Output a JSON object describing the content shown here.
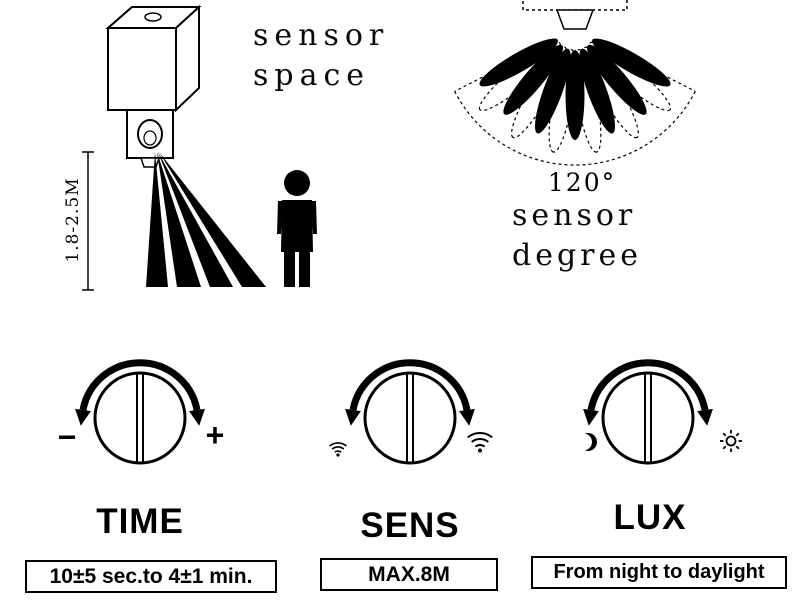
{
  "sensor_space": {
    "caption": {
      "line1": "sensor",
      "line2": "space"
    },
    "mount_height": "1.8-2.5M"
  },
  "sensor_degree": {
    "angle": "120°",
    "caption": {
      "line1": "sensor",
      "line2": "degree"
    }
  },
  "dials": {
    "time": {
      "label": "TIME",
      "range": "10±5 sec.to 4±1 min.",
      "min_symbol": "−",
      "max_symbol": "+",
      "min_icon": "minus",
      "max_icon": "plus"
    },
    "sens": {
      "label": "SENS",
      "range": "MAX.8M",
      "min_icon": "weak-waves",
      "max_icon": "strong-waves"
    },
    "lux": {
      "label": "LUX",
      "range": "From night to daylight",
      "min_icon": "moon",
      "max_icon": "sun"
    }
  },
  "colors": {
    "ink": "#000000",
    "paper": "#ffffff"
  }
}
